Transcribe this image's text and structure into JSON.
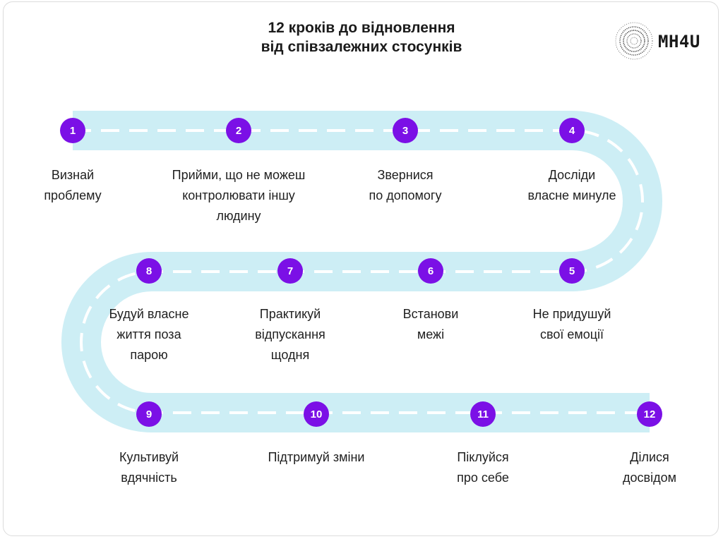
{
  "title": {
    "line1": "12 кроків до відновлення",
    "line2": "від співзалежних стосунків"
  },
  "logo": {
    "text": "MH4U"
  },
  "colors": {
    "road": "#cdeef5",
    "dash": "#ffffff",
    "step_circle": "#7b10e6",
    "text": "#1f1f1f"
  },
  "steps": [
    {
      "number": "1",
      "label_lines": [
        "Визнай",
        "проблему"
      ]
    },
    {
      "number": "2",
      "label_lines": [
        "Прийми, що не можеш",
        "контролювати іншу",
        "людину"
      ]
    },
    {
      "number": "3",
      "label_lines": [
        "Звернися",
        "по допомогу"
      ]
    },
    {
      "number": "4",
      "label_lines": [
        "Досліди",
        "власне минуле"
      ]
    },
    {
      "number": "5",
      "label_lines": [
        "Не придушуй",
        "свої емоції"
      ]
    },
    {
      "number": "6",
      "label_lines": [
        "Встанови",
        "межі"
      ]
    },
    {
      "number": "7",
      "label_lines": [
        "Практикуй",
        "відпускання",
        "щодня"
      ]
    },
    {
      "number": "8",
      "label_lines": [
        "Будуй власне",
        "життя поза",
        "парою"
      ]
    },
    {
      "number": "9",
      "label_lines": [
        "Культивуй",
        "вдячність"
      ]
    },
    {
      "number": "10",
      "label_lines": [
        "Підтримуй зміни"
      ]
    },
    {
      "number": "11",
      "label_lines": [
        "Піклуйся",
        "про себе"
      ]
    },
    {
      "number": "12",
      "label_lines": [
        "Ділися",
        "досвідом"
      ]
    }
  ]
}
